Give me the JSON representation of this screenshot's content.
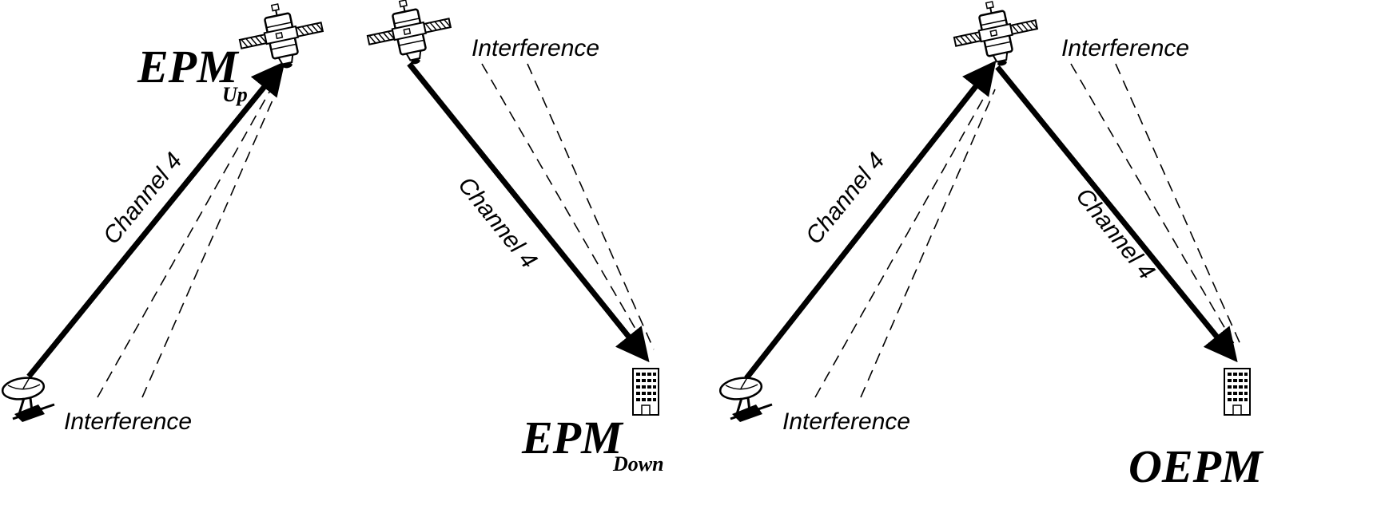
{
  "panels": [
    {
      "id": "uplink",
      "channel_label": "Channel 4",
      "interference_label": "Interference",
      "mode_main": "EPM",
      "mode_sub": "Up"
    },
    {
      "id": "downlink",
      "channel_label": "Channel 4",
      "interference_label": "Interference",
      "mode_main": "EPM",
      "mode_sub": "Down"
    },
    {
      "id": "end-to-end",
      "channel_label_up": "Channel 4",
      "channel_label_down": "Channel 4",
      "interference_label_up": "Interference",
      "interference_label_down": "Interference",
      "mode_main": "OEPM"
    }
  ],
  "icons": [
    "satellite-icon",
    "ground-dish-icon",
    "building-icon"
  ]
}
